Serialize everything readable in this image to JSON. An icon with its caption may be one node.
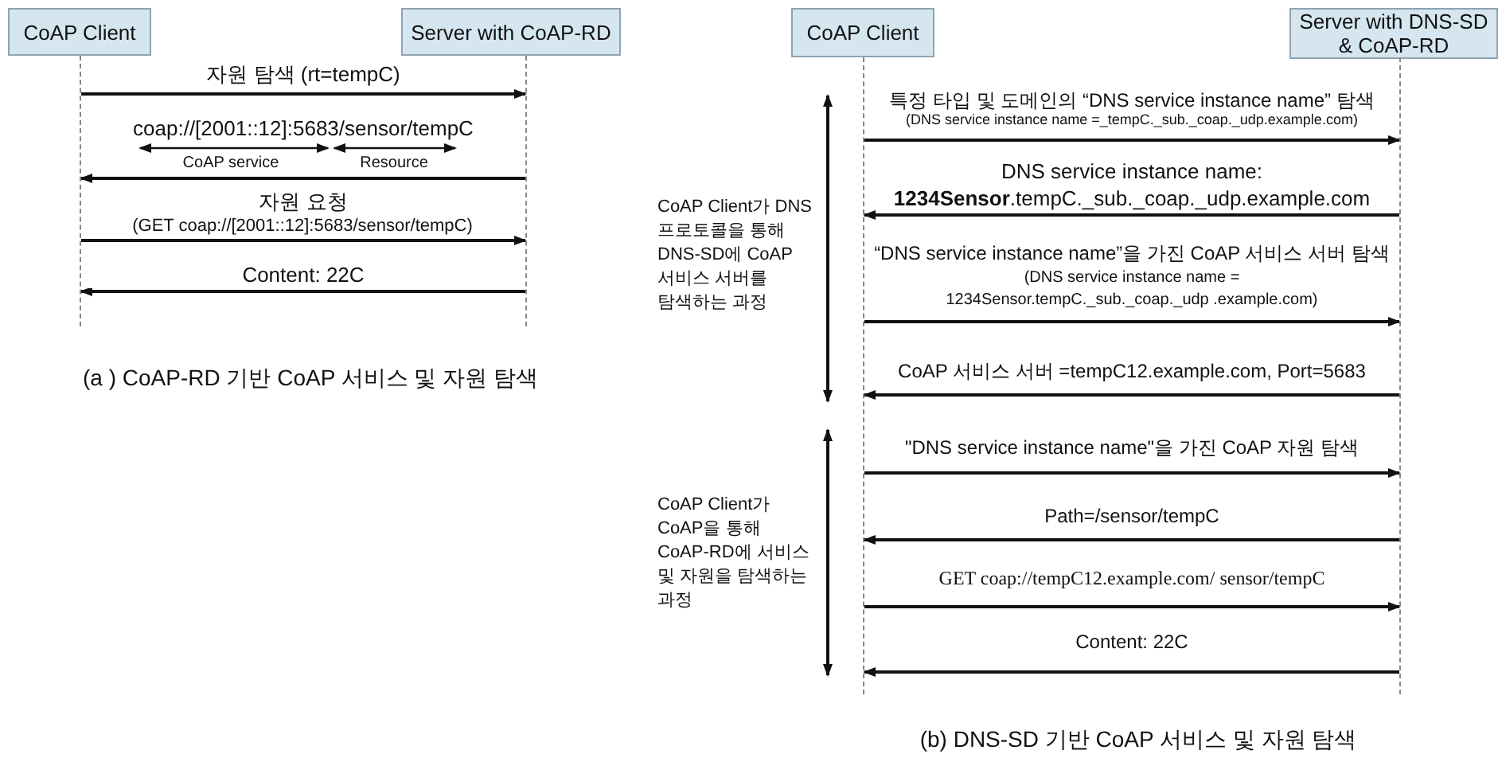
{
  "diagram": {
    "nodes": [
      {
        "text": [
          "CoAP Client"
        ]
      },
      {
        "text": [
          "Server with CoAP-RD"
        ]
      },
      {
        "text": [],
        "shape": "bar"
      },
      {
        "text": [],
        "shape": "bar"
      },
      {
        "text": [
          "CoAP Client"
        ]
      },
      {
        "text": [
          "Server with DNS-SD & CoAP-RD"
        ]
      },
      {
        "text": [],
        "shape": "bar"
      },
      {
        "text": [],
        "shape": "bar"
      }
    ],
    "edges": [
      {
        "from": 2,
        "to": 3,
        "arrow": "to",
        "label": "자원 탐색 (rt=tempC)"
      },
      {
        "from": 3,
        "to": 2,
        "arrow": "to",
        "label": "coap://[2001::12]:5683/sensor/tempC"
      },
      {
        "from": 2,
        "to": 3,
        "arrow": "to",
        "label": "자원 요청"
      },
      {
        "from": 3,
        "to": 2,
        "arrow": "to",
        "label": "Content: 22C"
      },
      {
        "from": 6,
        "to": 7,
        "arrow": "to",
        "label": "특정 타입 및 도메인의 “DNS service instance name” 탐색"
      },
      {
        "from": 7,
        "to": 6,
        "arrow": "to",
        "label": "DNS service instance name: **1234Sensor**.tempC._sub._coap._udp.example.com"
      },
      {
        "from": 6,
        "to": 7,
        "arrow": "to",
        "label": "“DNS service instance name”을 가진 CoAP 서비스 서버 탐색"
      },
      {
        "from": 7,
        "to": 6,
        "arrow": "to",
        "label": "CoAP 서비스 서버 =tempC12.example.com, Port=5683"
      },
      {
        "from": 6,
        "to": 7,
        "arrow": "to",
        "label": "\"DNS service instance name\"을 가진 CoAP 자원 탐색"
      },
      {
        "from": 7,
        "to": 6,
        "arrow": "to",
        "label": "Path=/sensor/tempC"
      },
      {
        "from": 6,
        "to": 7,
        "arrow": "to",
        "label": "GET coap://tempC12.example.com/ sensor/tempC"
      },
      {
        "from": 7,
        "to": 6,
        "arrow": "to",
        "label": "Content: 22C"
      }
    ],
    "labels": [
      "CoAP service",
      "Resource",
      "(GET coap://[2001::12]:5683/sensor/tempC)",
      "(a ) CoAP-RD 기반 CoAP 서비스 및 자원 탐색",
      "(DNS service instance name =_tempC._sub._coap._udp.example.com)",
      "CoAP Client가 DNS 프로토콜을 통해 DNS-SD에 CoAP 서비스 서버를 탐색하는 과정",
      "(DNS service instance name = 1234Sensor.tempC._sub._coap._udp .example.com)",
      "CoAP Client가 CoAP을 통해 CoAP-RD에 서비스 및 자원을 탐색하는 과정",
      "(b) DNS-SD 기반 CoAP 서비스 및 자원 탐색"
    ]
  }
}
